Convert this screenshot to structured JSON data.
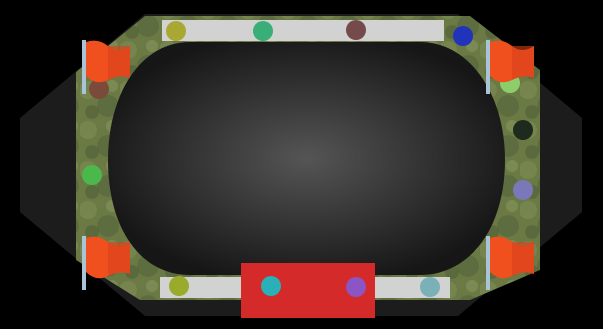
{
  "colors": {
    "background": "#000000",
    "outer_octagon": "#1c1c1c",
    "grass": "#6b7a45",
    "grass_dark": "#55643a",
    "track": "#cfcfcf",
    "arena_center": "#4a4a4a",
    "arena_edge": "#1a1a1a",
    "start_pad": "#d42a2a",
    "flag": "#f0501e",
    "flag_pole": "#a8c4d8"
  },
  "flags": [
    {
      "corner": "top-left",
      "icon": "flag-icon"
    },
    {
      "corner": "top-right",
      "icon": "flag-icon"
    },
    {
      "corner": "bottom-left",
      "icon": "flag-icon"
    },
    {
      "corner": "bottom-right",
      "icon": "flag-icon"
    }
  ],
  "markers": [
    {
      "id": "top-1",
      "color": "#a8a832"
    },
    {
      "id": "top-2",
      "color": "#3aae78"
    },
    {
      "id": "top-3",
      "color": "#744a4a"
    },
    {
      "id": "top-4",
      "color": "#2233bb"
    },
    {
      "id": "left-1",
      "color": "#7a4a3a"
    },
    {
      "id": "left-2",
      "color": "#4ab84a"
    },
    {
      "id": "right-1",
      "color": "#8ccf6a"
    },
    {
      "id": "right-2",
      "color": "#1f2a1f"
    },
    {
      "id": "right-3",
      "color": "#7a78b8"
    },
    {
      "id": "bottom-1",
      "color": "#9aaa2a"
    },
    {
      "id": "bottom-2",
      "color": "#2ab0b8"
    },
    {
      "id": "bottom-3",
      "color": "#8c55c4"
    },
    {
      "id": "bottom-4",
      "color": "#7ab0b8"
    }
  ],
  "start_pad": {
    "icon": "start-pad"
  }
}
